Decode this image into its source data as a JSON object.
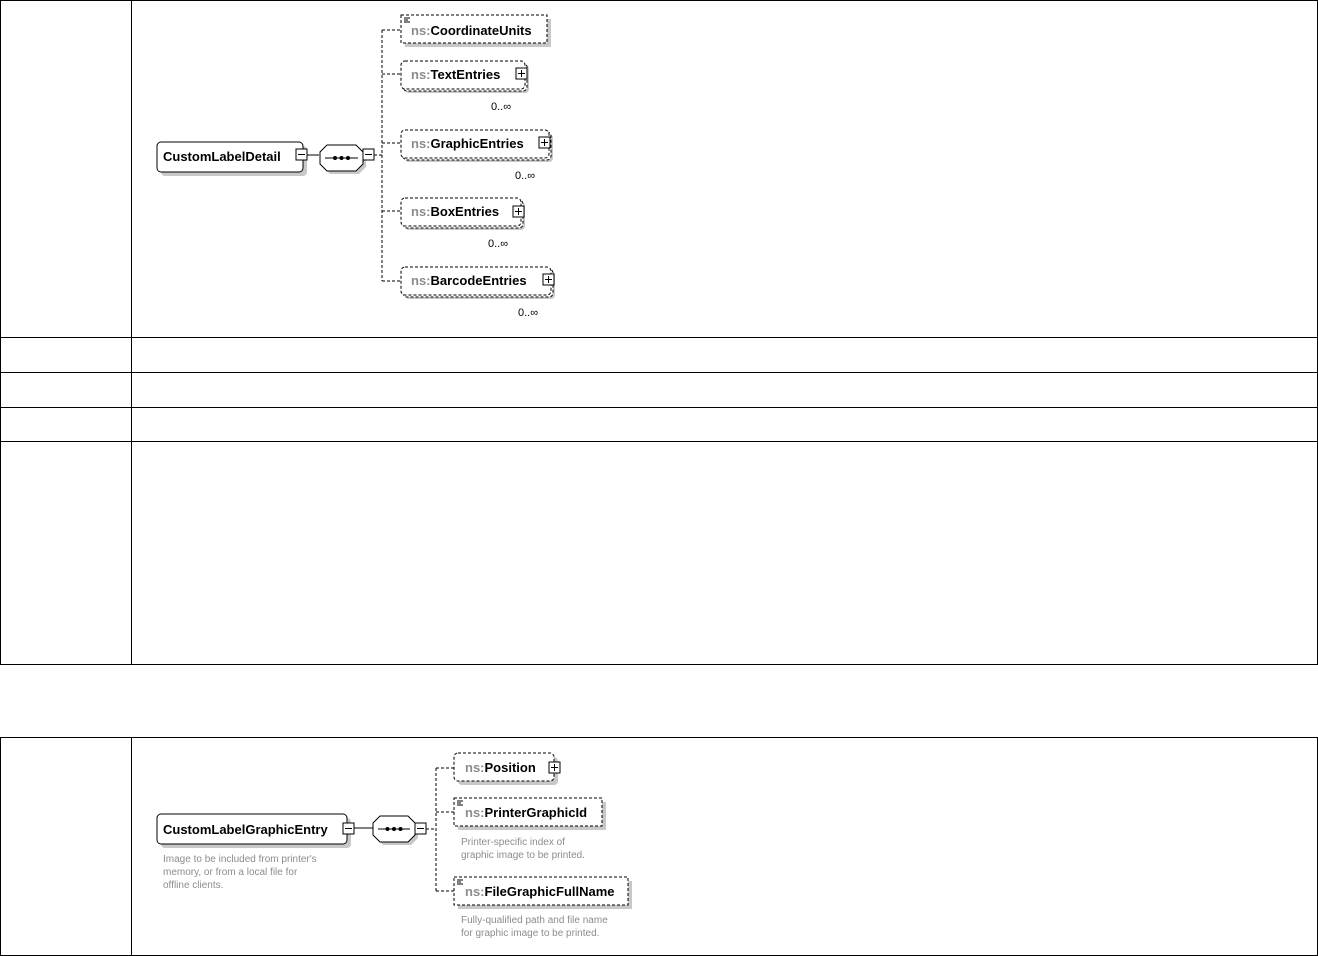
{
  "diagram1": {
    "root": "CustomLabelDetail",
    "ns_prefix": "ns:",
    "children": [
      {
        "name": "CoordinateUnits",
        "kind": "simple",
        "cardinality": ""
      },
      {
        "name": "TextEntries",
        "kind": "complex",
        "cardinality": "0..∞"
      },
      {
        "name": "GraphicEntries",
        "kind": "complex",
        "cardinality": "0..∞"
      },
      {
        "name": "BoxEntries",
        "kind": "complex",
        "cardinality": "0..∞"
      },
      {
        "name": "BarcodeEntries",
        "kind": "complex",
        "cardinality": "0..∞"
      }
    ]
  },
  "diagram2": {
    "root": "CustomLabelGraphicEntry",
    "root_doc": [
      "Image to be included from printer's",
      "memory, or from a local file for",
      "offline clients."
    ],
    "ns_prefix": "ns:",
    "children": [
      {
        "name": "Position",
        "kind": "complex",
        "doc": []
      },
      {
        "name": "PrinterGraphicId",
        "kind": "simple",
        "doc": [
          "Printer-specific index of",
          "graphic image to be printed."
        ]
      },
      {
        "name": "FileGraphicFullName",
        "kind": "simple",
        "doc": [
          "Fully-qualified path and file name",
          "for graphic image to be printed."
        ]
      }
    ]
  },
  "colors": {
    "border": "#000000",
    "ns_prefix": "#8c8c8c",
    "shadow": "#c8c8c8",
    "doc_text": "#8c8c8c"
  }
}
